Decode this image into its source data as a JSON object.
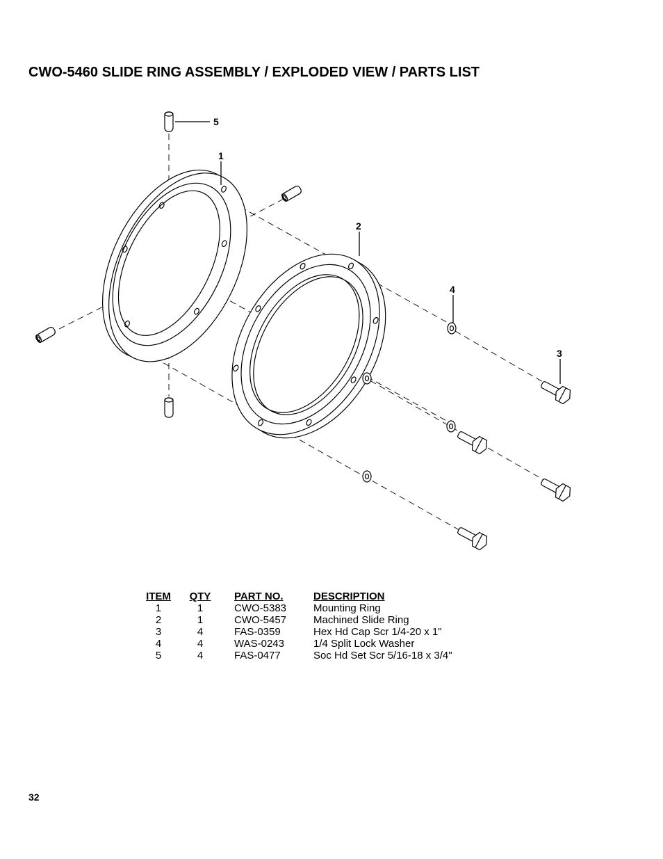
{
  "title": "CWO-5460 SLIDE RING ASSEMBLY / EXPLODED VIEW / PARTS LIST",
  "callouts": [
    "1",
    "2",
    "3",
    "4",
    "5"
  ],
  "parts_table": {
    "headers": [
      "ITEM",
      "QTY",
      "PART NO.",
      "DESCRIPTION"
    ],
    "rows": [
      [
        "1",
        "1",
        "CWO-5383",
        "Mounting Ring"
      ],
      [
        "2",
        "1",
        "CWO-5457",
        "Machined Slide Ring"
      ],
      [
        "3",
        "4",
        "FAS-0359",
        "Hex Hd Cap Scr 1/4-20 x 1\""
      ],
      [
        "4",
        "4",
        "WAS-0243",
        "1/4 Split Lock Washer"
      ],
      [
        "5",
        "4",
        "FAS-0477",
        "Soc Hd Set Scr 5/16-18 x 3/4\""
      ]
    ]
  },
  "page_number": "32"
}
